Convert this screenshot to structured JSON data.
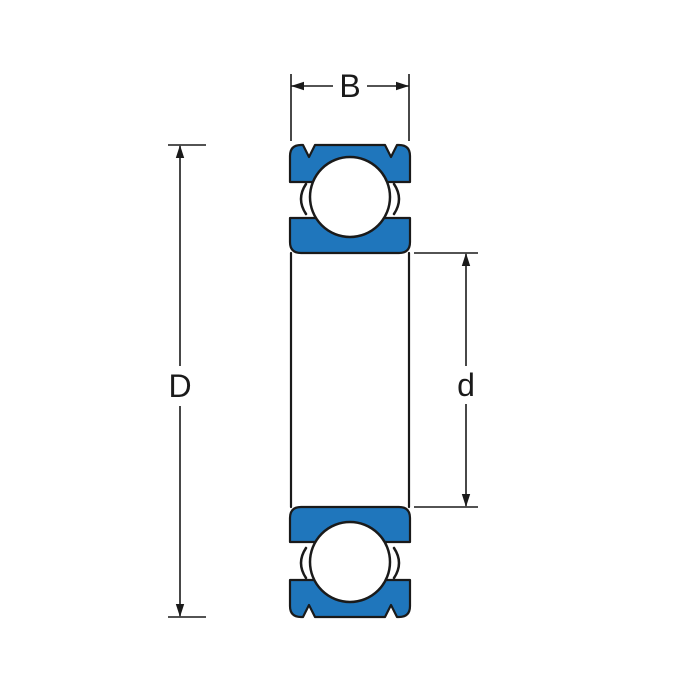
{
  "diagram": {
    "labels": {
      "width": "B",
      "outer_diameter": "D",
      "bore_diameter": "d"
    },
    "colors": {
      "bearing_fill": "#1F76BC",
      "ball_fill": "#FFFFFF",
      "line": "#1A1A1A",
      "background": "#FFFFFF"
    }
  }
}
